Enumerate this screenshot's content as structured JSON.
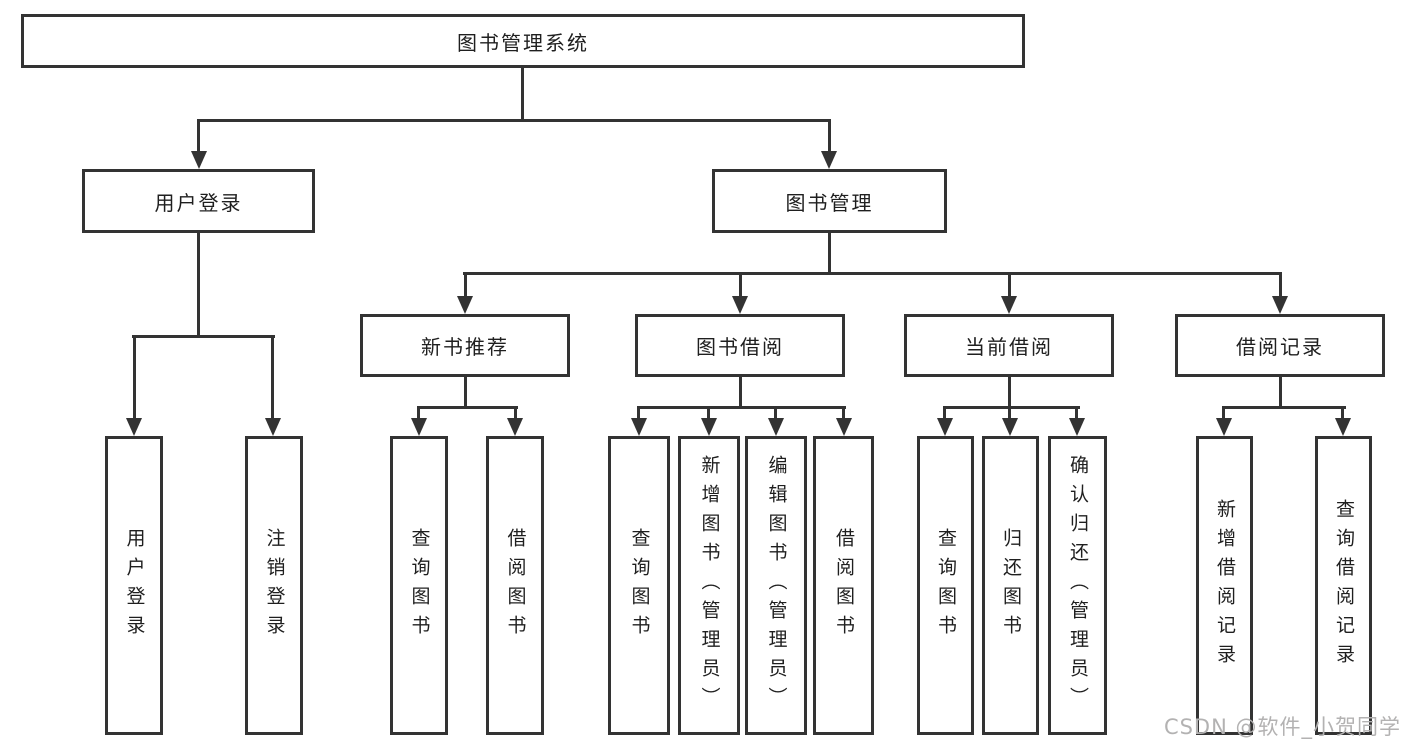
{
  "nodes": {
    "root": "图书管理系统",
    "user_login": "用户登录",
    "book_mgmt": "图书管理",
    "new_books": "新书推荐",
    "book_borrow": "图书借阅",
    "current_borrow": "当前借阅",
    "borrow_records": "借阅记录",
    "leaves": {
      "user_login": [
        "用户登录",
        "注销登录"
      ],
      "new_books": [
        "查询图书",
        "借阅图书"
      ],
      "book_borrow": [
        "查询图书",
        "新增图书（管理员）",
        "编辑图书（管理员）",
        "借阅图书"
      ],
      "current_borrow": [
        "查询图书",
        "归还图书",
        "确认归还（管理员）"
      ],
      "borrow_records": [
        "新增借阅记录",
        "查询借阅记录"
      ]
    }
  },
  "watermark": "CSDN @软件_小贺同学",
  "colors": {
    "line": "#333333",
    "box_border": "#333333",
    "box_fill": "#ffffff",
    "text": "#1f1f1f",
    "watermark": "#b3b2b2"
  }
}
